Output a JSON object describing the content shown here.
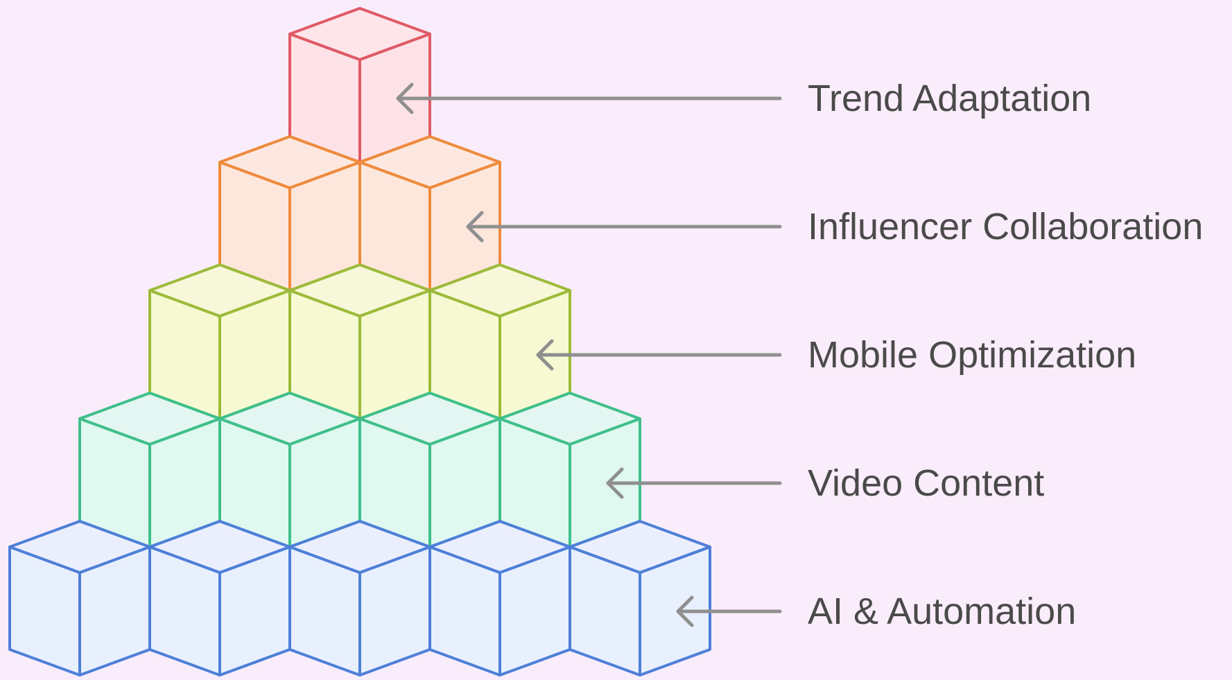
{
  "diagram": {
    "levels": [
      {
        "label": "Trend Adaptation",
        "cubes": 1,
        "stroke": "#E05A66",
        "fill": "#FDE1E4"
      },
      {
        "label": "Influencer Collaboration",
        "cubes": 2,
        "stroke": "#EE8B3C",
        "fill": "#FDE6D8"
      },
      {
        "label": "Mobile Optimization",
        "cubes": 3,
        "stroke": "#9CBB3A",
        "fill": "#F5F9CD"
      },
      {
        "label": "Video Content",
        "cubes": 4,
        "stroke": "#3FBF8A",
        "fill": "#DCF8EE"
      },
      {
        "label": "AI & Automation",
        "cubes": 5,
        "stroke": "#4E7FD8",
        "fill": "#E6EFFD"
      }
    ],
    "arrow_color": "#8f8f8f",
    "label_color": "#4a4a4a",
    "background": "#FAEDFB"
  }
}
